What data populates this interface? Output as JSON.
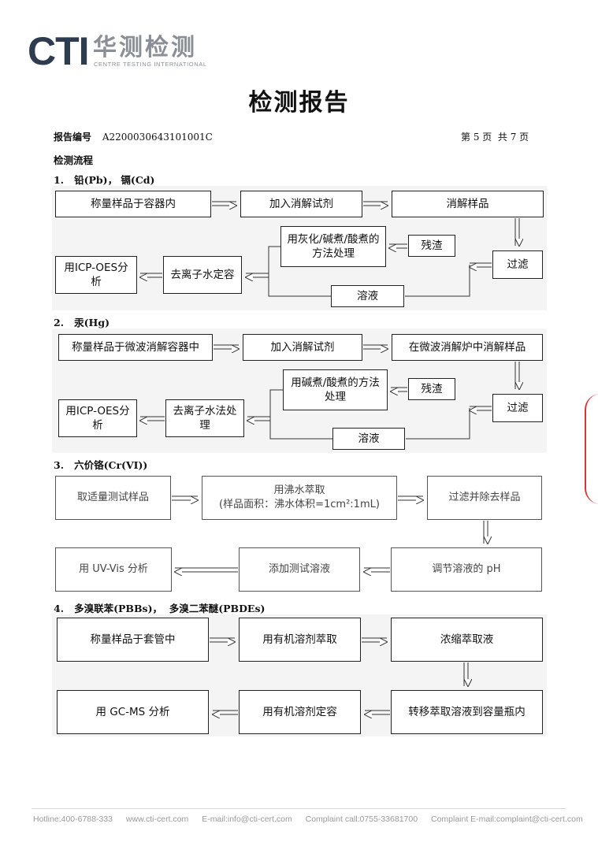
{
  "header": {
    "logo_mark": "CTI",
    "logo_cn": "华测检测",
    "logo_en": "CENTRE TESTING INTERNATIONAL",
    "title": "检测报告"
  },
  "meta": {
    "report_no_label": "报告编号",
    "report_no": "A2200030643101001C",
    "page_info": "第 5 页  共 7 页"
  },
  "flow_title": "检测流程",
  "sections": [
    {
      "heading": "1.   铅(Pb)， 镉(Cd)",
      "boxes": [
        "称量样品于容器内",
        "加入消解试剂",
        "消解样品",
        "用灰化/碱煮/酸煮的方法处理",
        "残渣",
        "过滤",
        "用ICP-OES分析",
        "去离子水定容",
        "溶液"
      ]
    },
    {
      "heading": "2.   汞(Hg)",
      "boxes": [
        "称量样品于微波消解容器中",
        "加入消解试剂",
        "在微波消解炉中消解样品",
        "用碱煮/酸煮的方法处理",
        "残渣",
        "过滤",
        "用ICP-OES分析",
        "去离子水法处理",
        "溶液"
      ]
    },
    {
      "heading": "3.   六价铬(Cr(VI))",
      "boxes": [
        "取适量测试样品",
        "用沸水萃取",
        "(样品面积：沸水体积=1cm²:1mL)",
        "过滤并除去样品",
        "用 UV-Vis 分析",
        "添加测试溶液",
        "调节溶液的 pH"
      ]
    },
    {
      "heading": "4.   多溴联苯(PBBs)，  多溴二苯醚(PBDEs)",
      "boxes": [
        "称量样品于套管中",
        "用有机溶剂萃取",
        "浓缩萃取液",
        "用 GC-MS 分析",
        "用有机溶剂定容",
        "转移萃取溶液到容量瓶内"
      ]
    }
  ],
  "footer": {
    "hotline": "Hotline:400-6788-333",
    "web": "www.cti-cert.com",
    "email": "E-mail:info@cti-cert.com",
    "complaint_call": "Complaint call:0755-33681700",
    "complaint_email": "Complaint E-mail:complaint@cti-cert.com"
  },
  "colors": {
    "logo": "#2f3b4f",
    "logo_gray": "#8a8f96",
    "stamp": "#d33333",
    "panel": "#f4f4f4"
  }
}
